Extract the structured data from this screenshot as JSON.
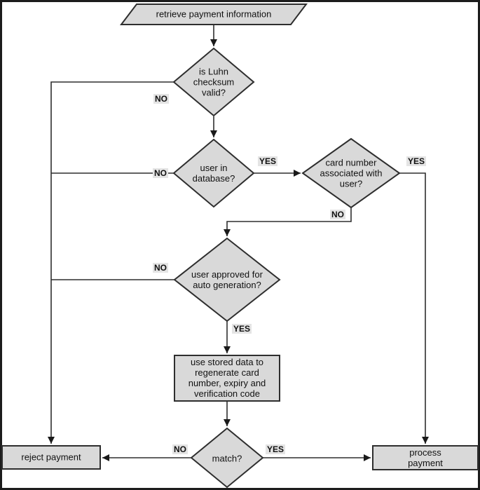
{
  "diagram": {
    "type": "flowchart",
    "nodes": {
      "start": {
        "shape": "parallelogram",
        "label": "retrieve payment information"
      },
      "luhn_check": {
        "shape": "diamond",
        "label": "is Luhn\nchecksum\nvalid?"
      },
      "user_in_db": {
        "shape": "diamond",
        "label": "user in\ndatabase?"
      },
      "card_associated": {
        "shape": "diamond",
        "label": "card number\nassociated with\nuser?"
      },
      "auto_generation": {
        "shape": "diamond",
        "label": "user approved for\nauto generation?"
      },
      "regenerate": {
        "shape": "rectangle",
        "label": "use stored data to\nregenerate card\nnumber, expiry and\nverification code"
      },
      "match": {
        "shape": "diamond",
        "label": "match?"
      },
      "reject": {
        "shape": "rectangle",
        "label": "reject payment"
      },
      "process": {
        "shape": "rectangle",
        "label": "process payment"
      }
    },
    "edge_labels": {
      "luhn_no": "NO",
      "user_in_db_no": "NO",
      "user_in_db_yes": "YES",
      "card_associated_yes": "YES",
      "card_associated_no": "NO",
      "auto_generation_no": "NO",
      "auto_generation_yes": "YES",
      "match_no": "NO",
      "match_yes": "YES"
    },
    "colors": {
      "node_fill": "#d9d9d9",
      "node_stroke": "#2e2e2e",
      "edge_label_bg": "#e4e4e4",
      "text": "#111111",
      "background": "#ffffff",
      "frame": "#1c1c1c"
    }
  }
}
